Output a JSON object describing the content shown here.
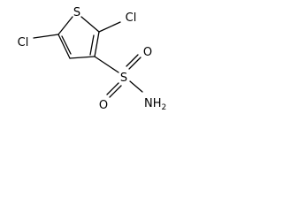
{
  "molecule": {
    "atoms": {
      "ring_sulfur": "S",
      "chlorine_c2": "Cl",
      "chlorine_c5": "Cl",
      "sulfonyl_sulfur": "S",
      "oxygen_top": "O",
      "oxygen_bottom": "O",
      "amine": "NH",
      "amine_subscript": "2"
    }
  }
}
